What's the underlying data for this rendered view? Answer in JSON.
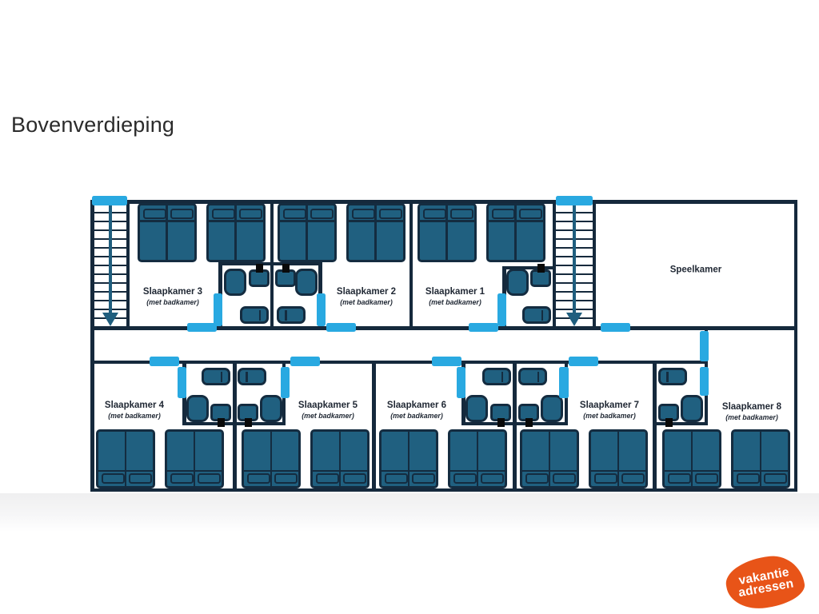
{
  "page": {
    "title": "Bovenverdieping"
  },
  "plan": {
    "rooms": [
      {
        "key": "slaapkamer-3",
        "name": "Slaapkamer 3",
        "note": "(met badkamer)"
      },
      {
        "key": "slaapkamer-2",
        "name": "Slaapkamer 2",
        "note": "(met badkamer)"
      },
      {
        "key": "slaapkamer-1",
        "name": "Slaapkamer 1",
        "note": "(met badkamer)"
      },
      {
        "key": "speelkamer",
        "name": "Speelkamer",
        "note": ""
      },
      {
        "key": "slaapkamer-4",
        "name": "Slaapkamer 4",
        "note": "(met badkamer)"
      },
      {
        "key": "slaapkamer-5",
        "name": "Slaapkamer 5",
        "note": "(met badkamer)"
      },
      {
        "key": "slaapkamer-6",
        "name": "Slaapkamer 6",
        "note": "(met badkamer)"
      },
      {
        "key": "slaapkamer-7",
        "name": "Slaapkamer 7",
        "note": "(met badkamer)"
      },
      {
        "key": "slaapkamer-8",
        "name": "Slaapkamer 8",
        "note": "(met badkamer)"
      }
    ],
    "colors": {
      "wall": "#15293C",
      "furniture_fill": "#206080",
      "furniture_border": "#142C40",
      "door_marker": "#29A9E1",
      "stairs_arrow": "#1F5E7E",
      "label_text": "#1F2733",
      "faucet": "#0A0A0A"
    },
    "icons": {
      "stairs": "stairs-down-arrow",
      "door": "door-marker"
    }
  },
  "logo": {
    "line1": "vakantie",
    "line2": "adressen",
    "background": "#E85418",
    "text_color": "#FFFFFF"
  }
}
